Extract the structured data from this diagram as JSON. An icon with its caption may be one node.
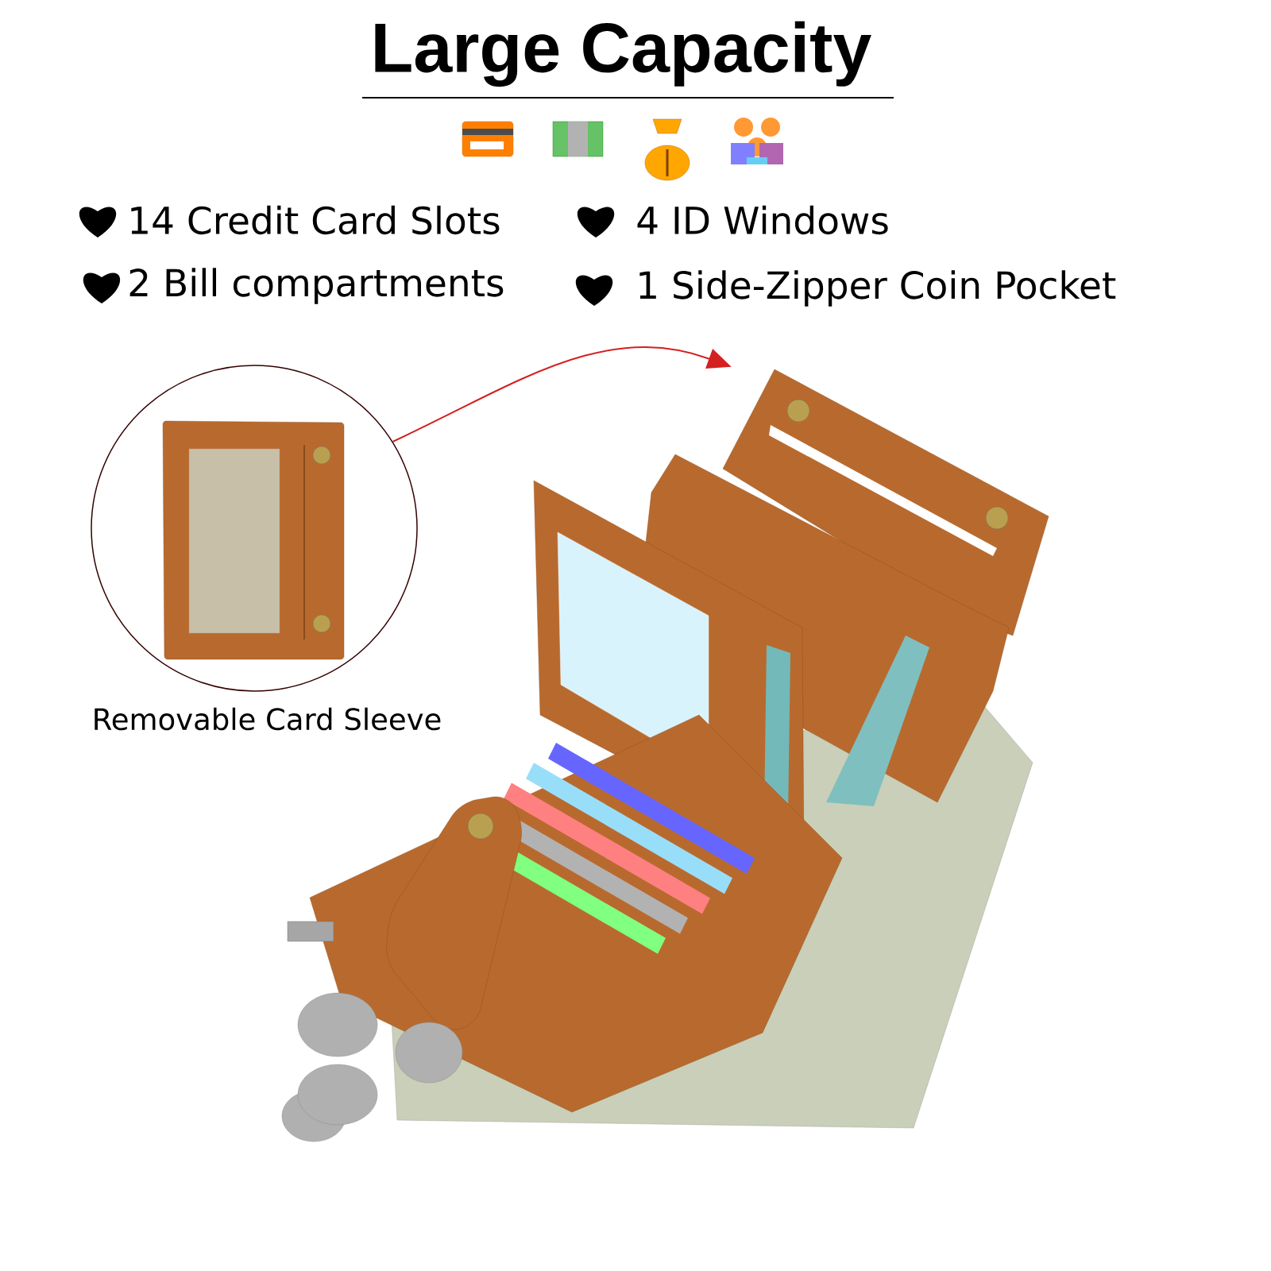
{
  "diagram": {
    "title": "Large Capacity",
    "nodes": [
      {
        "text": [],
        "shape": "circle",
        "beside": [
          "Removable Card Sleeve"
        ]
      },
      {
        "text": [],
        "shape": "picture"
      }
    ],
    "edges": [
      {
        "from": 0,
        "to": 1,
        "arrow": "to",
        "color": "#d42020"
      }
    ],
    "labels": [
      "14 Credit Card Slots",
      "4 ID Windows",
      "2 Bill compartments",
      "1 Side-Zipper Coin Pocket"
    ]
  }
}
